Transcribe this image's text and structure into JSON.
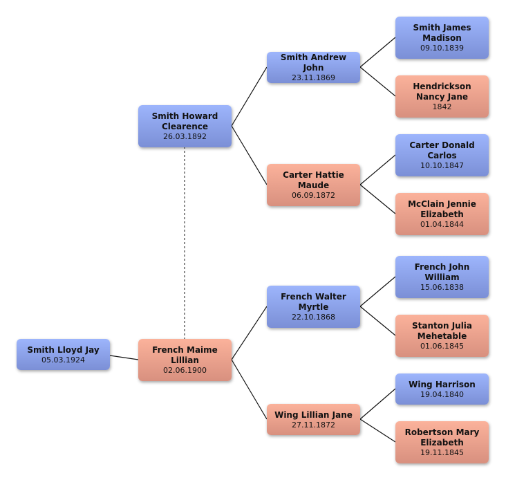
{
  "colors": {
    "male": "#8aa0ea",
    "female": "#eaa18d"
  },
  "people": {
    "root": {
      "name": "Smith Lloyd Jay",
      "date": "05.03.1924"
    },
    "father": {
      "name": "Smith Howard Clearence",
      "date": "26.03.1892"
    },
    "mother": {
      "name": "French Maime Lillian",
      "date": "02.06.1900"
    },
    "ff": {
      "name": "Smith Andrew John",
      "date": "23.11.1869"
    },
    "fm": {
      "name": "Carter Hattie Maude",
      "date": "06.09.1872"
    },
    "mf": {
      "name": "French Walter Myrtle",
      "date": "22.10.1868"
    },
    "mm": {
      "name": "Wing Lillian Jane",
      "date": "27.11.1872"
    },
    "fff": {
      "name": "Smith James Madison",
      "date": "09.10.1839"
    },
    "ffm": {
      "name": "Hendrickson Nancy Jane",
      "date": "1842"
    },
    "fmf": {
      "name": "Carter Donald Carlos",
      "date": "10.10.1847"
    },
    "fmm": {
      "name": "McClain Jennie Elizabeth",
      "date": "01.04.1844"
    },
    "mff": {
      "name": "French John William",
      "date": "15.06.1838"
    },
    "mfm": {
      "name": "Stanton Julia Mehetable",
      "date": "01.06.1845"
    },
    "mmf": {
      "name": "Wing Harrison",
      "date": "19.04.1840"
    },
    "mmm": {
      "name": "Robertson Mary Elizabeth",
      "date": "19.11.1845"
    }
  }
}
